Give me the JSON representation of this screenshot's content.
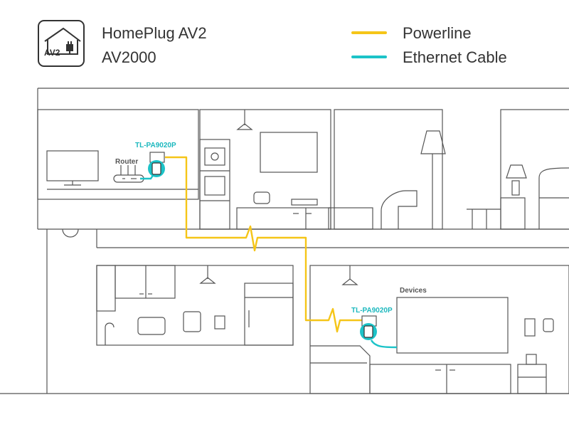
{
  "header": {
    "badge_text": "AV2",
    "standard_line1": "HomePlug AV2",
    "standard_line2": "AV2000"
  },
  "legend": [
    {
      "label": "Powerline",
      "color": "#f5c518"
    },
    {
      "label": "Ethernet Cable",
      "color": "#1cc3c8"
    }
  ],
  "scene": {
    "router_label": "Router",
    "adapter_top_label": "TL-PA9020P",
    "adapter_bottom_label": "TL-PA9020P",
    "devices_label": "Devices"
  },
  "colors": {
    "line": "#555555",
    "powerline": "#f5c518",
    "ethernet": "#1cc3c8",
    "label_accent": "#1cb8be"
  }
}
